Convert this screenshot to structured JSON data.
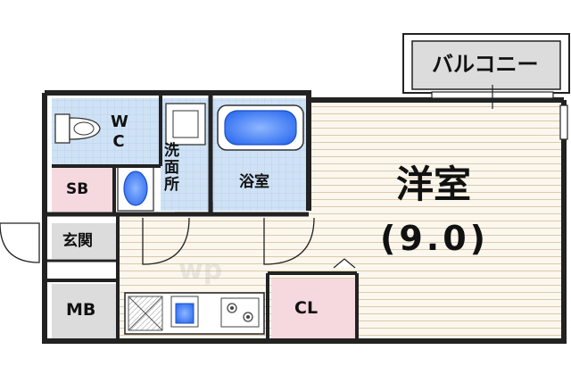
{
  "rooms": {
    "balcony": "バルコニー",
    "wc": "WC",
    "washroom": "洗面所",
    "bath": "浴室",
    "western_room": "洋室",
    "western_room_size": "(9.0)",
    "sb": "SB",
    "entrance": "玄関",
    "mb": "MB",
    "cl": "CL"
  },
  "watermark": "wp",
  "colors": {
    "wall": "#222222",
    "floor_lines": "#dcc9aa",
    "floor_bg": "#fbf7ee",
    "tile": "#cfe2f5",
    "tile_grid": "#b3cde8",
    "fixture_blue": "#2f6ef0",
    "pink": "#f6d9de",
    "gray": "#dcdcdc"
  }
}
